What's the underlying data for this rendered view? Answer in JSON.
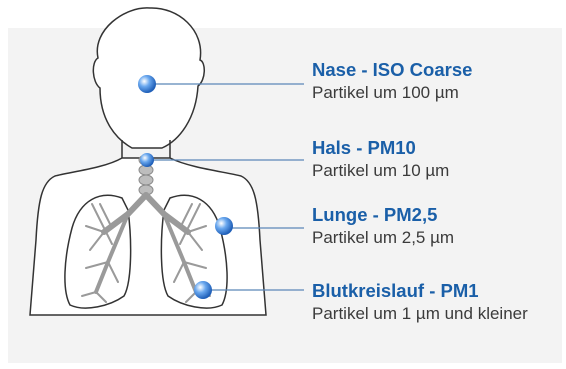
{
  "colors": {
    "accent": "#1a5fa8",
    "dot": "#3f8ae0",
    "connector": "#5b86b8",
    "outline": "#333333",
    "lung": "#9a9a9a"
  },
  "labels": [
    {
      "title": "Nase - ISO Coarse",
      "desc": "Partikel um 100 µm"
    },
    {
      "title": "Hals - PM10",
      "desc": "Partikel um 10 µm"
    },
    {
      "title": "Lunge - PM2,5",
      "desc": "Partikel um 2,5 µm"
    },
    {
      "title": "Blutkreislauf - PM1",
      "desc": "Partikel um 1 µm und kleiner"
    }
  ]
}
